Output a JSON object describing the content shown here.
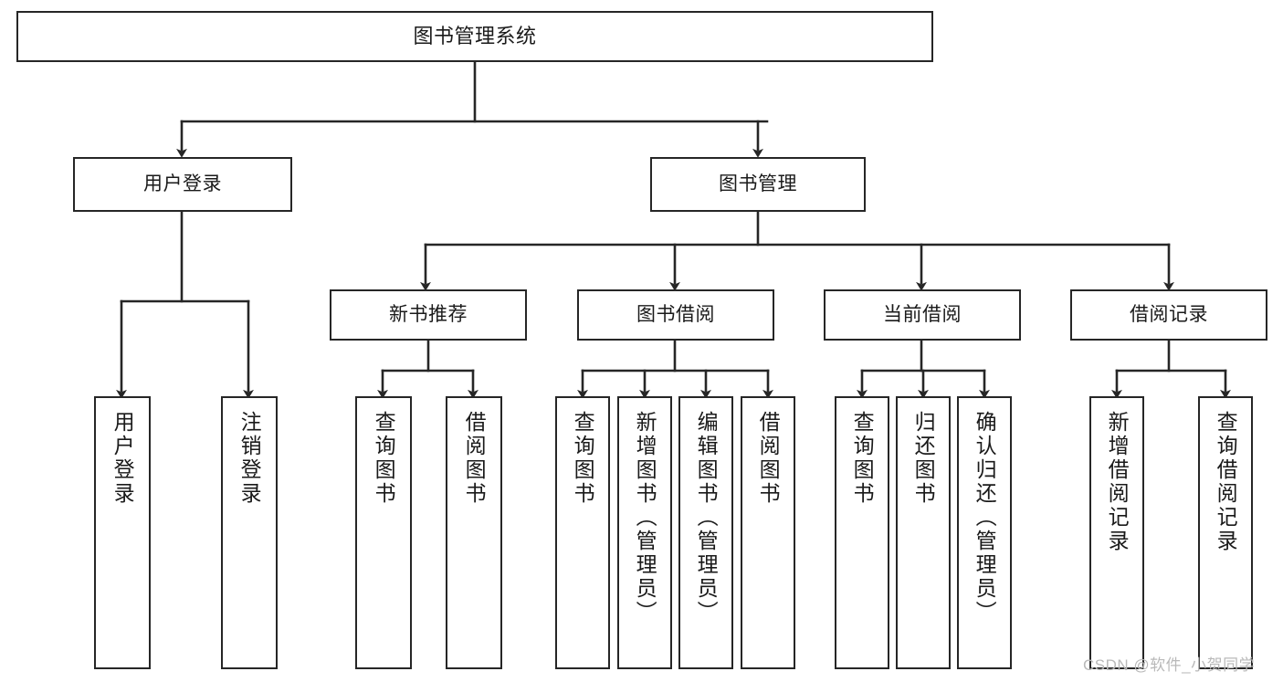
{
  "diagram": {
    "title": "图书管理系统",
    "type": "tree-hierarchy-chart",
    "watermark": "CSDN @软件_小贺同学",
    "colors": {
      "background": "#ffffff",
      "node_border": "#262626",
      "node_fill": "#ffffff",
      "edge": "#262626",
      "text": "#1a1a1a",
      "watermark": "#b9b9b9"
    },
    "nodes": {
      "root": {
        "label": "图书管理系统"
      },
      "level1": [
        {
          "id": "user-login",
          "label": "用户登录"
        },
        {
          "id": "book-manage",
          "label": "图书管理"
        }
      ],
      "level2": [
        {
          "id": "new-book-rec",
          "label": "新书推荐"
        },
        {
          "id": "book-borrow",
          "label": "图书借阅"
        },
        {
          "id": "current-borrow",
          "label": "当前借阅"
        },
        {
          "id": "borrow-record",
          "label": "借阅记录"
        }
      ],
      "leaves": {
        "user-login": [
          {
            "id": "leaf-user-login",
            "label": "用户登录"
          },
          {
            "id": "leaf-logout-login",
            "label": "注销登录"
          }
        ],
        "new-book-rec": [
          {
            "id": "leaf-query-book-1",
            "label": "查询图书"
          },
          {
            "id": "leaf-borrow-book-1",
            "label": "借阅图书"
          }
        ],
        "book-borrow": [
          {
            "id": "leaf-query-book-2",
            "label": "查询图书"
          },
          {
            "id": "leaf-add-book",
            "label": "新增图书（管理员）"
          },
          {
            "id": "leaf-edit-book",
            "label": "编辑图书（管理员）"
          },
          {
            "id": "leaf-borrow-book-2",
            "label": "借阅图书"
          }
        ],
        "current-borrow": [
          {
            "id": "leaf-query-book-3",
            "label": "查询图书"
          },
          {
            "id": "leaf-return-book",
            "label": "归还图书"
          },
          {
            "id": "leaf-confirm-return",
            "label": "确认归还（管理员）"
          }
        ],
        "borrow-record": [
          {
            "id": "leaf-add-record",
            "label": "新增借阅记录"
          },
          {
            "id": "leaf-query-record",
            "label": "查询借阅记录"
          }
        ]
      }
    }
  }
}
